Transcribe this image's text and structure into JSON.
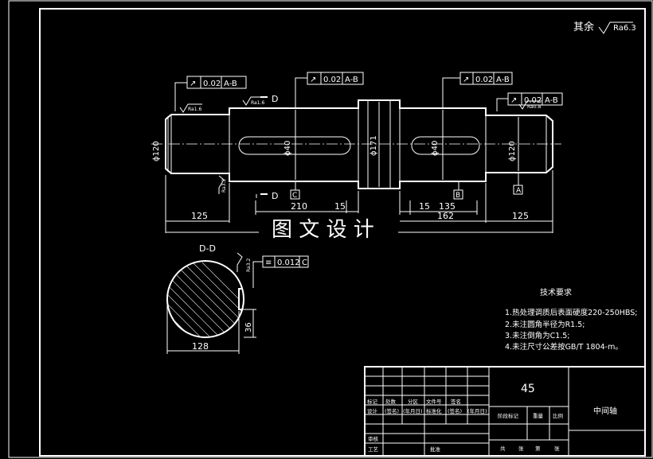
{
  "roughness_default": {
    "prefix": "其余",
    "value": "Ra6.3"
  },
  "tolerances": [
    {
      "symbol": "↗",
      "value": "0.02",
      "datum": "A-B"
    },
    {
      "symbol": "↗",
      "value": "0.02",
      "datum": "A-B"
    },
    {
      "symbol": "↗",
      "value": "0.02",
      "datum": "A-B"
    },
    {
      "symbol": "↗",
      "value": "0.02",
      "datum": "A-B"
    }
  ],
  "symmetry_tolerance": {
    "symbol": "≡",
    "value": "0.012",
    "datum": "C"
  },
  "roughness_marks": [
    "Ra1.6",
    "Ra1.6",
    "Ra0.8",
    "Ra3.2",
    "Ra3.2"
  ],
  "section": {
    "label": "D",
    "title": "D-D"
  },
  "datums": [
    "C",
    "B",
    "A"
  ],
  "diameters": [
    "ϕ120",
    "ϕ40",
    "ϕ171",
    "ϕ40",
    "ϕ120"
  ],
  "dimensions": {
    "d210": "210",
    "d15a": "15",
    "d15b": "15",
    "d135": "135",
    "d125a": "125",
    "d162": "162",
    "d125b": "125",
    "d128": "128",
    "d36": "36"
  },
  "watermark": "图 文 设 计",
  "tech_req": {
    "title": "技术要求",
    "items": [
      "1.热处理调质后表面硬度220-250HBS;",
      "2.未注圆角半径为R1.5;",
      "3.未注倒角为C1.5;",
      "4.未注尺寸公差按GB/T 1804-m。"
    ]
  },
  "title_block": {
    "material": "45",
    "part_name": "中间轴",
    "headers1": [
      "标记",
      "处数",
      "分区",
      "文件号",
      "签名"
    ],
    "headers2": [
      "设计",
      "(签名)",
      "(年月日)",
      "标准化",
      "(签名)",
      "(年月日)"
    ],
    "stage_header": "阶段标记",
    "weight": "重量",
    "scale": "比例",
    "review": "审核",
    "process": "工艺",
    "approve": "批准",
    "sheets_total": "共",
    "sheet_label": "张",
    "sheet_no": "第",
    "sheet_label2": "张"
  }
}
